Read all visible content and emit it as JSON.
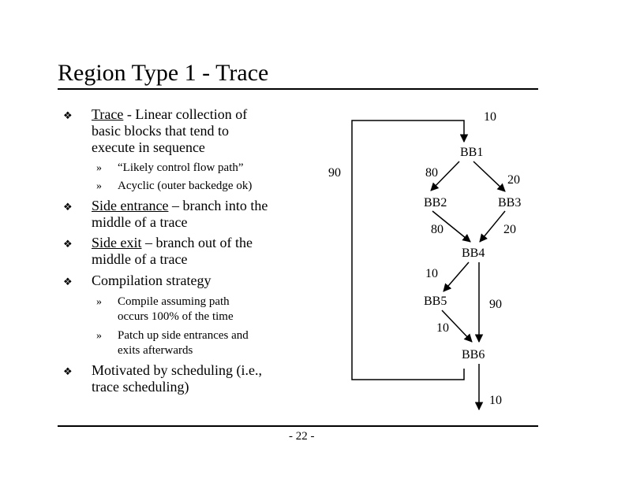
{
  "slide": {
    "title": "Region Type 1 - Trace",
    "page_number": "- 22 -"
  },
  "bullets": [
    {
      "text_underlined": "Trace",
      "text_rest": " - Linear collection of\nbasic blocks that tend to\nexecute in sequence",
      "subs": [
        "“Likely control flow path”",
        "Acyclic (outer backedge ok)"
      ]
    },
    {
      "text_underlined": "Side entrance",
      "text_rest": " – branch into the\nmiddle of a trace",
      "subs": []
    },
    {
      "text_underlined": "Side exit",
      "text_rest": " – branch out of the\nmiddle of a trace",
      "subs": []
    },
    {
      "text_underlined": "",
      "text_rest": "Compilation strategy",
      "subs": [
        "Compile assuming path\noccurs 100% of the time",
        "Patch up side entrances and\nexits afterwards"
      ]
    },
    {
      "text_underlined": "",
      "text_rest": "Motivated by scheduling (i.e.,\ntrace scheduling)",
      "subs": []
    }
  ],
  "markers": {
    "bullet": "❖",
    "sub": "»"
  },
  "diagram": {
    "blocks": [
      "BB1",
      "BB2",
      "BB3",
      "BB4",
      "BB5",
      "BB6"
    ],
    "edge_labels": {
      "entry": "10",
      "backedge": "90",
      "bb1_bb2": "80",
      "bb1_bb3": "20",
      "bb2_bb4": "80",
      "bb3_bb4": "20",
      "bb4_bb5": "10",
      "bb4_bb6": "90",
      "bb5_bb6": "10",
      "exit": "10"
    }
  }
}
